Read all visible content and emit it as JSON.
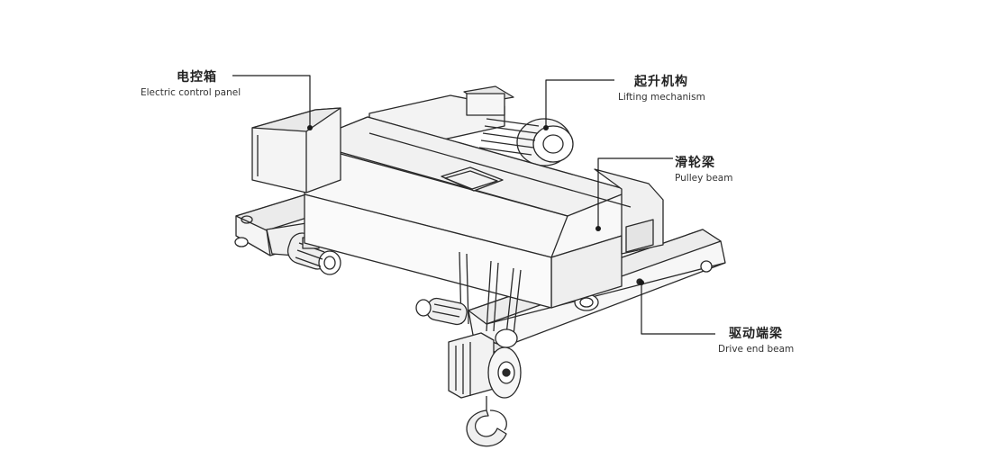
{
  "labels": {
    "electric_control_panel": {
      "zh": "电控箱",
      "en": "Electric control panel"
    },
    "lifting_mechanism": {
      "zh": "起升机构",
      "en": "Lifting mechanism"
    },
    "pulley_beam": {
      "zh": "滑轮梁",
      "en": "Pulley beam"
    },
    "drive_end_beam": {
      "zh": "驱动端梁",
      "en": "Drive end beam"
    }
  },
  "colors": {
    "line": "#2a2a2a",
    "fill": "#f7f7f7",
    "shade": "#e2e2e2"
  }
}
